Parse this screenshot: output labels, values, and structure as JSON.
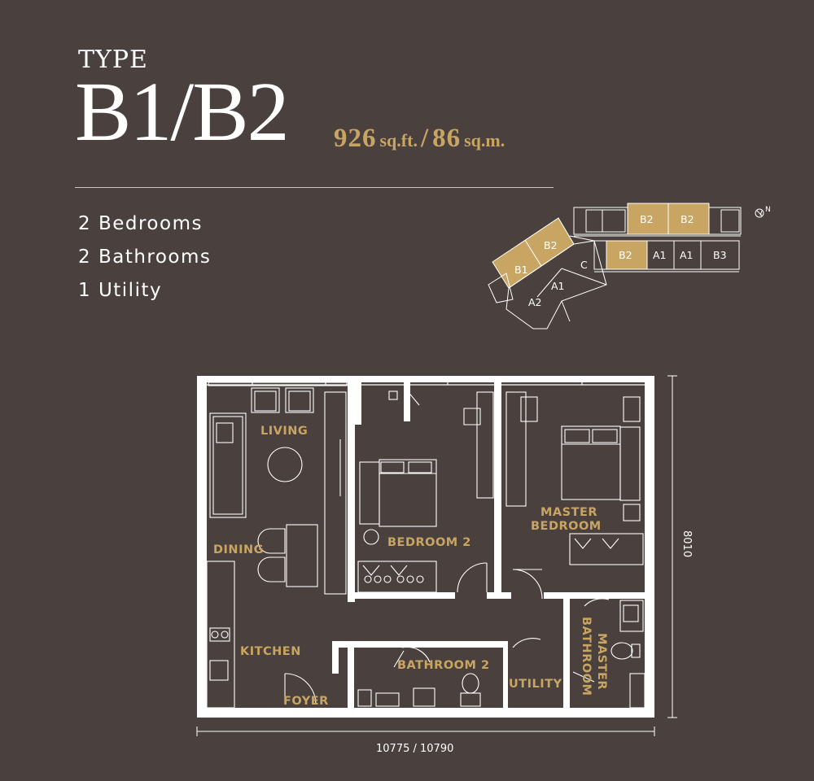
{
  "header": {
    "type_label": "TYPE",
    "type_name": "B1/B2",
    "area_sqft_value": "926",
    "area_sqft_unit": "sq.ft.",
    "area_sep": "/",
    "area_sqm_value": "86",
    "area_sqm_unit": "sq.m."
  },
  "features": [
    "2 Bedrooms",
    "2 Bathrooms",
    "1 Utility"
  ],
  "key_plan": {
    "units": [
      "B2",
      "B2",
      "B2",
      "B1",
      "B2",
      "C",
      "A1",
      "A2",
      "A1",
      "A1",
      "B3"
    ],
    "highlight_color": "#c8a562",
    "compass": "N"
  },
  "floor_plan": {
    "rooms": {
      "living": "LIVING",
      "dining": "DINING",
      "kitchen": "KITCHEN",
      "foyer": "FOYER",
      "bedroom2": "BEDROOM 2",
      "master_line1": "MASTER",
      "master_line2": "BEDROOM",
      "bathroom2": "BATHROOM 2",
      "utility": "UTILITY",
      "master_bath_line1": "MASTER",
      "master_bath_line2": "BATHROOM"
    },
    "dim_width": "10775 / 10790",
    "dim_depth": "8010",
    "label_color": "#c8a562",
    "wall_color": "#ffffff"
  }
}
